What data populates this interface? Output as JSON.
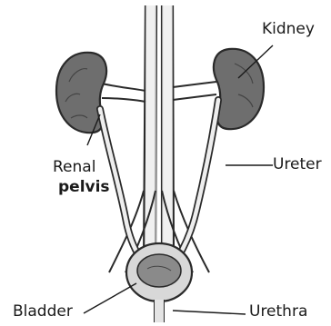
{
  "labels": {
    "kidney": "Kidney",
    "renal": "Renal",
    "pelvis": "pelvis",
    "ureter": "Ureter",
    "bladder": "Bladder",
    "urethra": "Urethra"
  },
  "colors": {
    "kidney_fill": "#6e6e6e",
    "tissue_light": "#eeeeee",
    "tissue_mid": "#c8c8c8",
    "outline": "#2a2a2a"
  }
}
